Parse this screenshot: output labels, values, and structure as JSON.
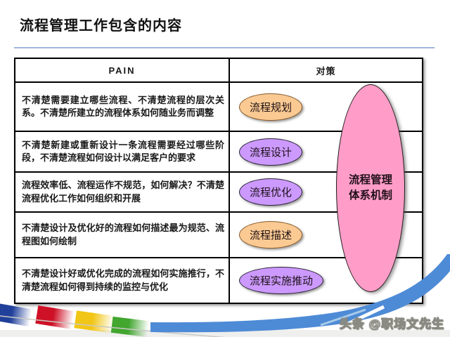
{
  "slide": {
    "title": "流程管理工作包含的内容"
  },
  "table": {
    "header": {
      "pain": "PAIN",
      "solution": "对策"
    },
    "rows": [
      {
        "pain": "不清楚需要建立哪些流程、不清楚流程的层次关系。不清楚所建立的流程体系如何随业务而调整",
        "solution": "流程规划",
        "fill": "#FBCA93",
        "border": "#8a5a28"
      },
      {
        "pain": "不清楚新建或重新设计一条流程需要经过哪些阶段，不清楚流程如何设计以满足客户的要求",
        "solution": "流程设计",
        "fill": "#CC99FF",
        "border": "#2a2235"
      },
      {
        "pain": "流程效率低、流程运作不规范，如何解决？不清楚流程优化工作如何组织和开展",
        "solution": "流程优化",
        "fill": "#CC99FF",
        "border": "#2a2235"
      },
      {
        "pain": "不清楚设计及优化好的流程如何描述最为规范、流程图如何绘制",
        "solution": "流程描述",
        "fill": "#FBCA93",
        "border": "#8a5a28"
      },
      {
        "pain": "不清楚设计好或优化完成的流程如何实施推行，不清楚流程如何得到持续的监控与优化",
        "solution": "流程实施推动",
        "fill": "#CC99FF",
        "border": "#2a2235"
      }
    ],
    "merged": {
      "line1": "流程管理",
      "line2": "体系机制",
      "fill": "#FF9DC8",
      "border": "#1f1a1a"
    }
  },
  "footer": {
    "watermark": "头条 @职场文先生",
    "ribbon_colors": [
      "#21409A",
      "#CE1126",
      "#F2C617",
      "#42A62F",
      "#4E8BD6"
    ],
    "swoosh_color": "#4E8BD6"
  },
  "colors": {
    "title_rule": "#9FB6DC",
    "table_border": "#000000",
    "text": "#1a1a1a",
    "background": "#ffffff"
  }
}
